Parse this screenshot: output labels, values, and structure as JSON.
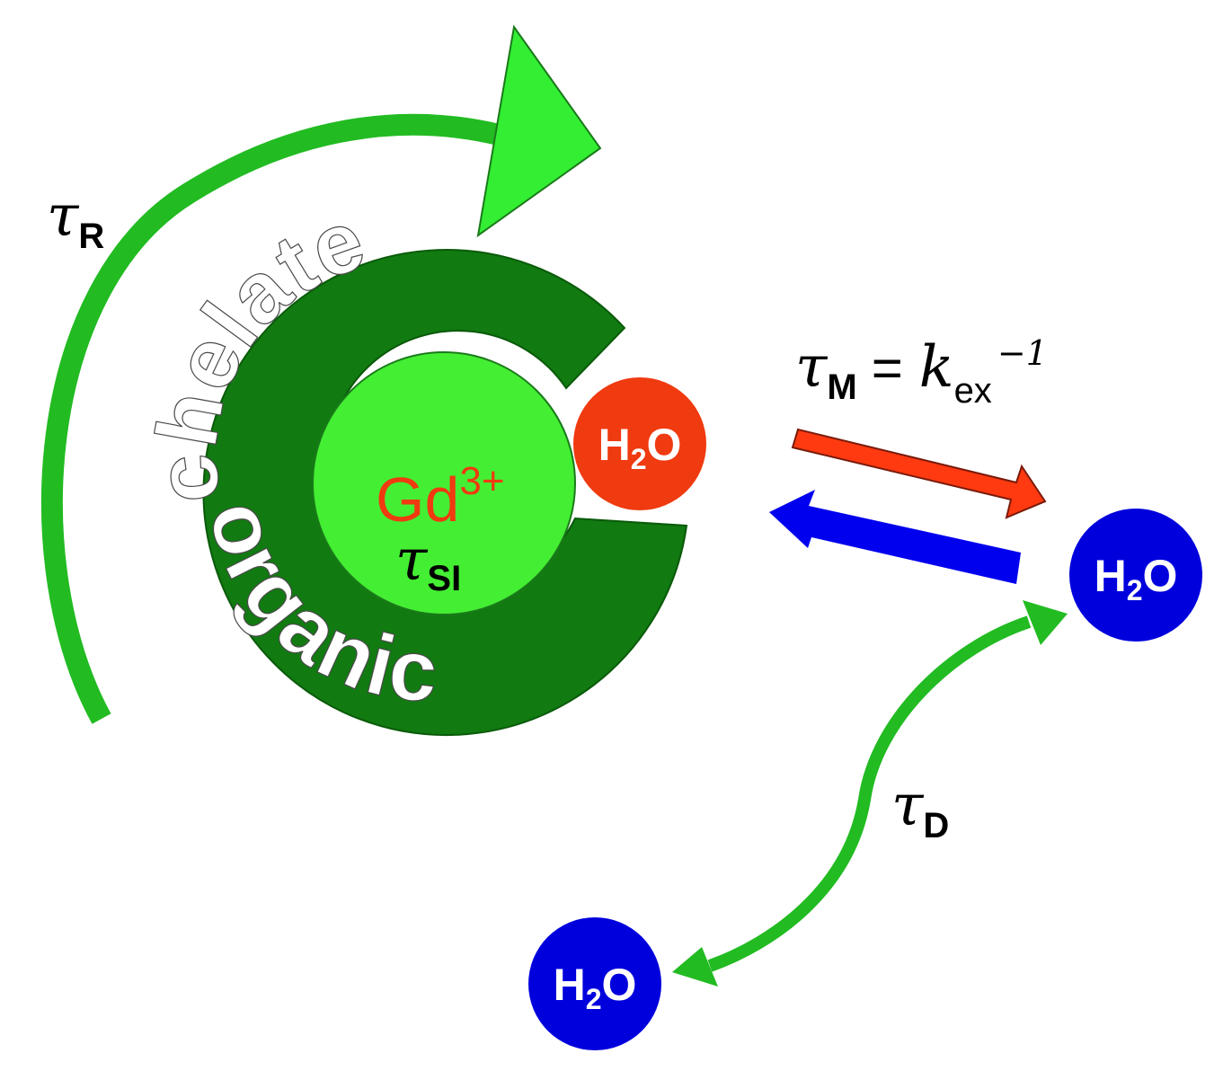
{
  "colors": {
    "rotation_arrow": "#22bb22",
    "rotation_arrow_head": "#33ee33",
    "chelate_ring": "#117a11",
    "gd_core": "#44ee33",
    "bound_water": "#f03a10",
    "exchange_in_arrow": "#ff3a10",
    "exchange_out_arrow": "#0000ee",
    "bulk_water": "#0000dd",
    "diffusion_arrow": "#22bb22",
    "gd_label": "#f03a10"
  },
  "icons": {
    "rotation": "curved-arrow-icon",
    "exchange": "double-arrow-icon",
    "diffusion": "double-headed-curved-arrow-icon"
  },
  "chelate": {
    "word1": "chelate",
    "word2": "organic"
  },
  "gd": {
    "symbol": "Gd",
    "charge": "3+"
  },
  "water": {
    "h": "H",
    "two": "2",
    "o": "O"
  },
  "labels": {
    "tau": "τ",
    "R": "R",
    "SI": "SI",
    "M": "M",
    "D": "D",
    "equals": "=",
    "k": "k",
    "ex": "ex",
    "minus_one": "−1"
  }
}
